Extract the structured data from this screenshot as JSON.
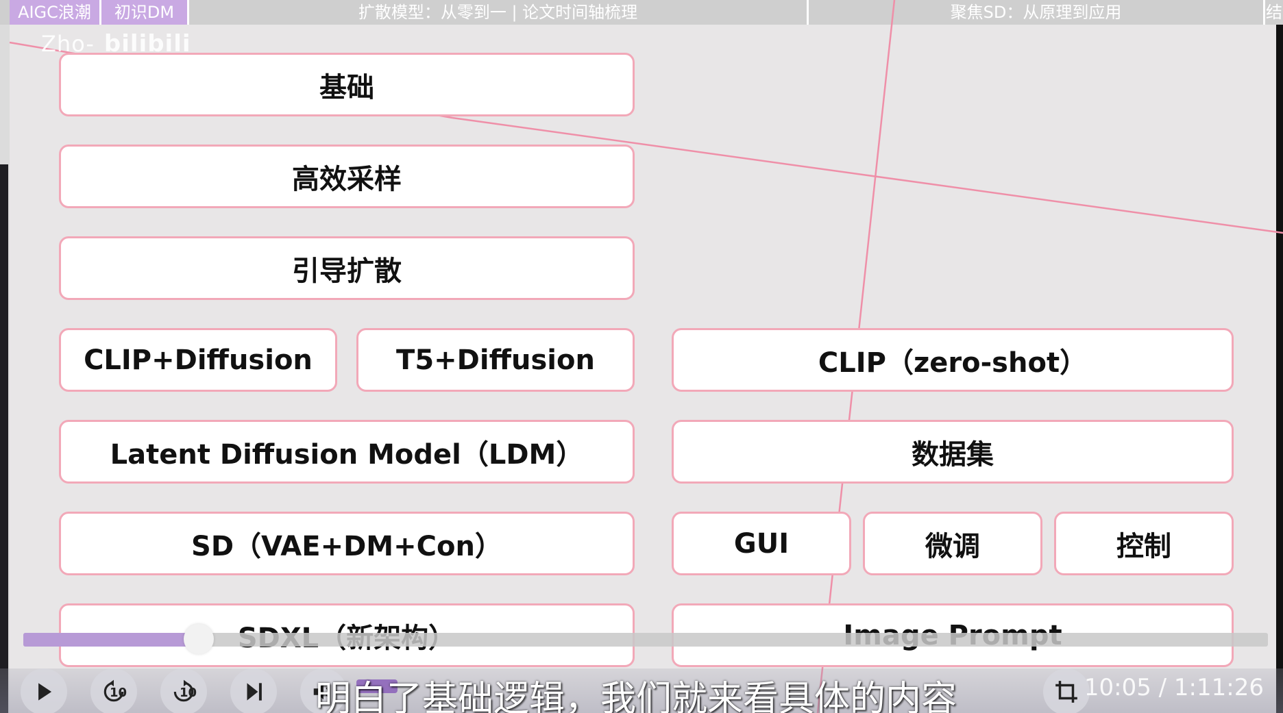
{
  "chapters": [
    {
      "label": "AIGC浪潮",
      "active": true
    },
    {
      "label": "初识DM",
      "active": true
    },
    {
      "label": "扩散模型：从零到一 | 论文时间轴梳理",
      "active": false
    },
    {
      "label": "聚焦SD：从原理到应用",
      "active": false
    },
    {
      "label": "结",
      "active": false
    }
  ],
  "watermark": {
    "user": "Zho-",
    "logo": "bilibili"
  },
  "slide": {
    "left_column": {
      "basics": "基础",
      "efficient_sampling": "高效采样",
      "guided_diffusion": "引导扩散",
      "clip_diffusion": "CLIP+Diffusion",
      "t5_diffusion": "T5+Diffusion",
      "ldm": "Latent Diffusion Model（LDM）",
      "sd": "SD（VAE+DM+Con）",
      "sdxl": "SDXL（新架构）"
    },
    "right_column": {
      "clip_zero_shot": "CLIP（zero-shot）",
      "dataset": "数据集",
      "gui": "GUI",
      "finetune": "微调",
      "control": "控制",
      "image_prompt": "Image Prompt"
    }
  },
  "player": {
    "progress": 0.141,
    "rewind_seconds": "10",
    "forward_seconds": "10",
    "subtitle": "明白了基础逻辑，我们就来看具体的内容",
    "time": "10:05 / 1:11:26"
  },
  "colors": {
    "box_border": "#f2a8b8",
    "guide_line": "#ef8fa8",
    "chapter_active": "#c9a9e3",
    "progress_fill": "#b79ad6"
  }
}
